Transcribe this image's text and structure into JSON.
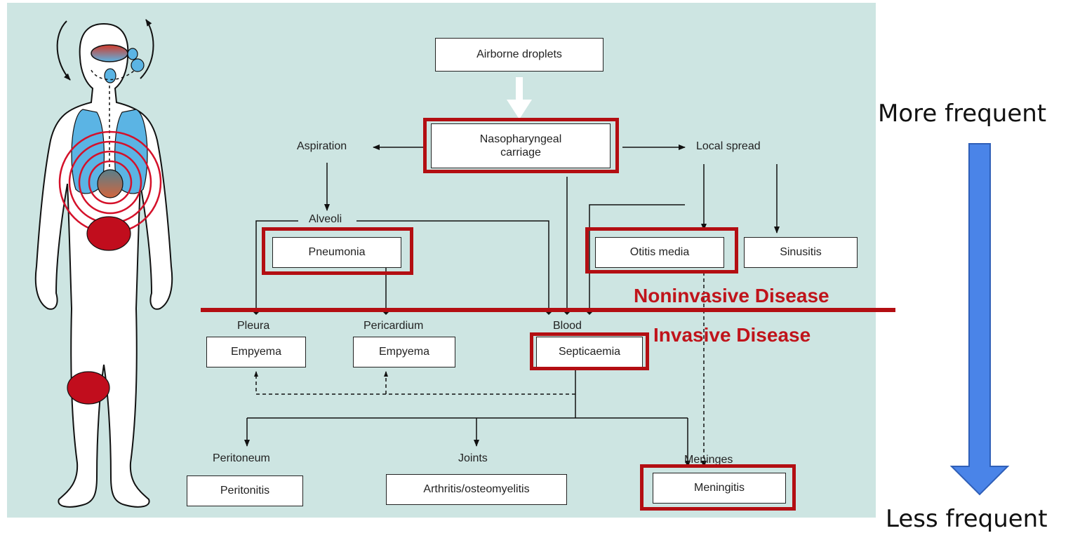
{
  "nodes": {
    "airborne": "Airborne droplets",
    "nasopharyngeal": "Nasopharyngeal carriage",
    "pneumonia": "Pneumonia",
    "otitis": "Otitis media",
    "sinusitis": "Sinusitis",
    "empyema_pleura": "Empyema",
    "empyema_pericardium": "Empyema",
    "septicaemia": "Septicaemia",
    "peritonitis": "Peritonitis",
    "arthritis": "Arthritis/osteomyelitis",
    "meningitis": "Meningitis"
  },
  "labels": {
    "aspiration": "Aspiration",
    "local_spread": "Local spread",
    "alveoli": "Alveoli",
    "pleura": "Pleura",
    "pericardium": "Pericardium",
    "blood": "Blood",
    "peritoneum": "Peritoneum",
    "joints": "Joints",
    "meninges": "Meninges"
  },
  "annotations": {
    "noninvasive": "Noninvasive Disease",
    "invasive": "Invasive Disease",
    "more_frequent": "More frequent",
    "less_frequent": "Less frequent"
  },
  "colors": {
    "highlight": "#b30e12",
    "annotation_text": "#c0141b",
    "panel_background": "#cde5e2",
    "arrow_blue": "#4a84e8",
    "organ_blue": "#5bb4e4",
    "infection_red": "#c10d1d"
  },
  "icons": [
    "human-body-figure",
    "frequency-arrow-down"
  ]
}
